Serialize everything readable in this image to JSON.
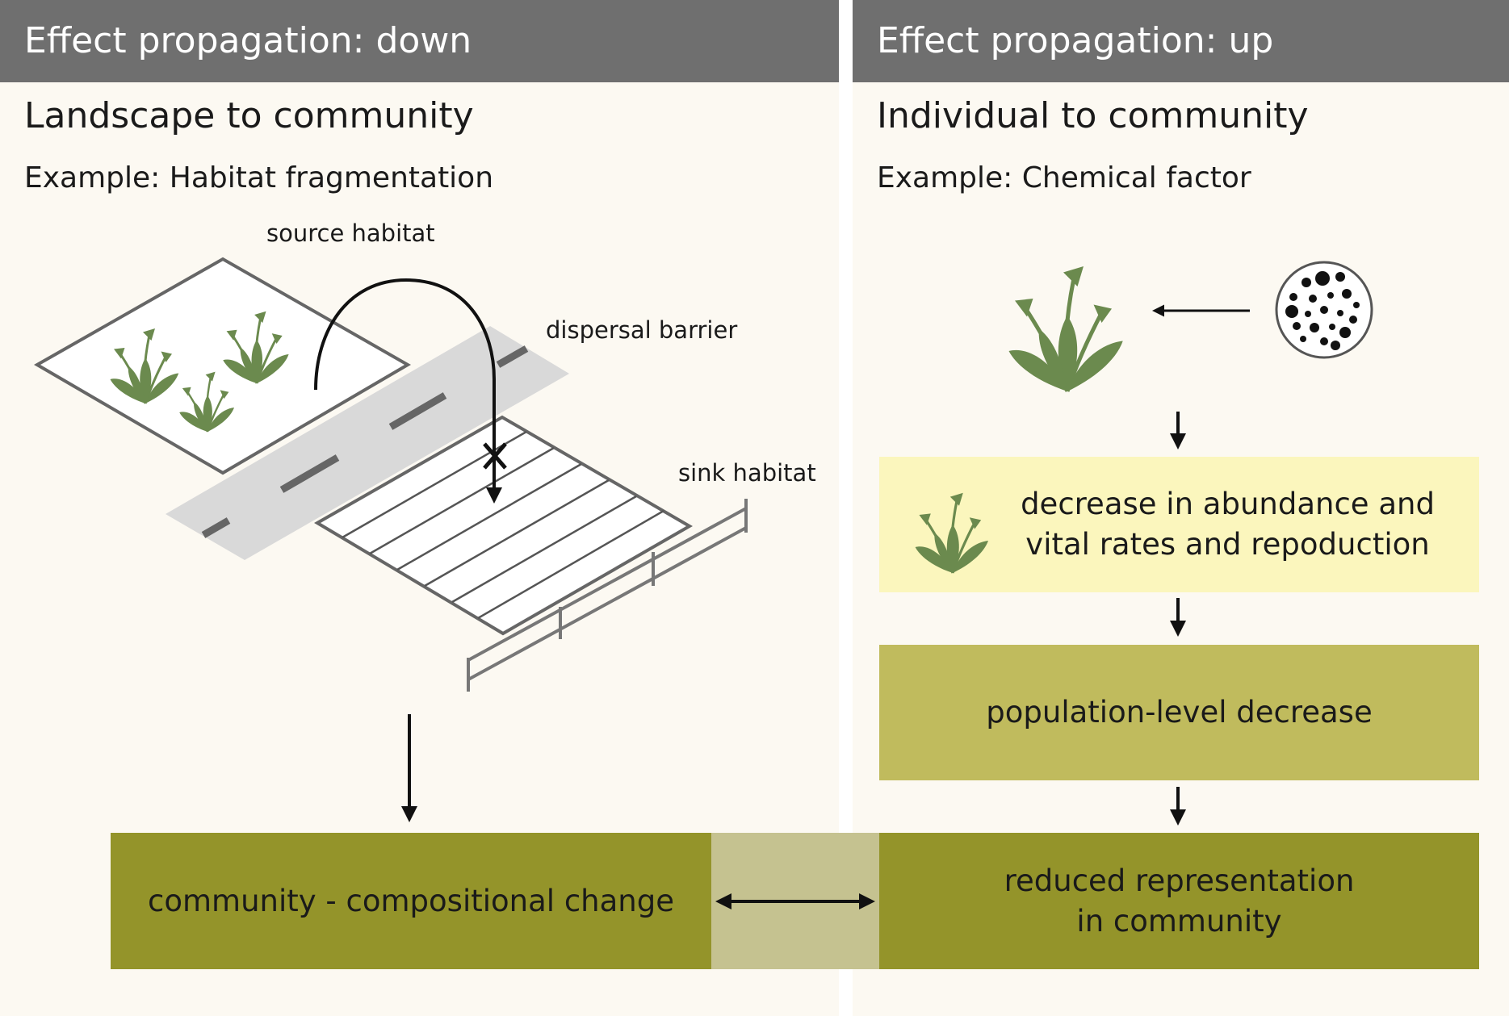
{
  "left_panel": {
    "header": "Effect propagation: down",
    "heading": "Landscape to community",
    "example": "Example: Habitat fragmentation",
    "labels": {
      "source_habitat": "source habitat",
      "dispersal_barrier": "dispersal barrier",
      "sink_habitat": "sink habitat"
    },
    "community_box": "community - compositional change"
  },
  "right_panel": {
    "header": "Effect propagation: up",
    "heading": "Individual to community",
    "example": "Example: Chemical factor",
    "individual_box": {
      "line1": "decrease in abundance and",
      "line2": "vital rates  and repoduction"
    },
    "population_box": "population-level decrease",
    "community_box": {
      "line1": "reduced representation",
      "line2": "in community"
    }
  },
  "colors": {
    "header": "#6f6f6f",
    "panel_bg": "#fcf9f2",
    "plant": "#6b8a4e",
    "individual_box": "#fbf6bd",
    "population_box": "#c0bb5d",
    "community_box": "#94942a",
    "link_band": "#c5c290",
    "road": "#d9d9d9"
  },
  "icons": [
    "plant-icon",
    "chemical-particles-icon",
    "fence-icon",
    "road-icon"
  ]
}
